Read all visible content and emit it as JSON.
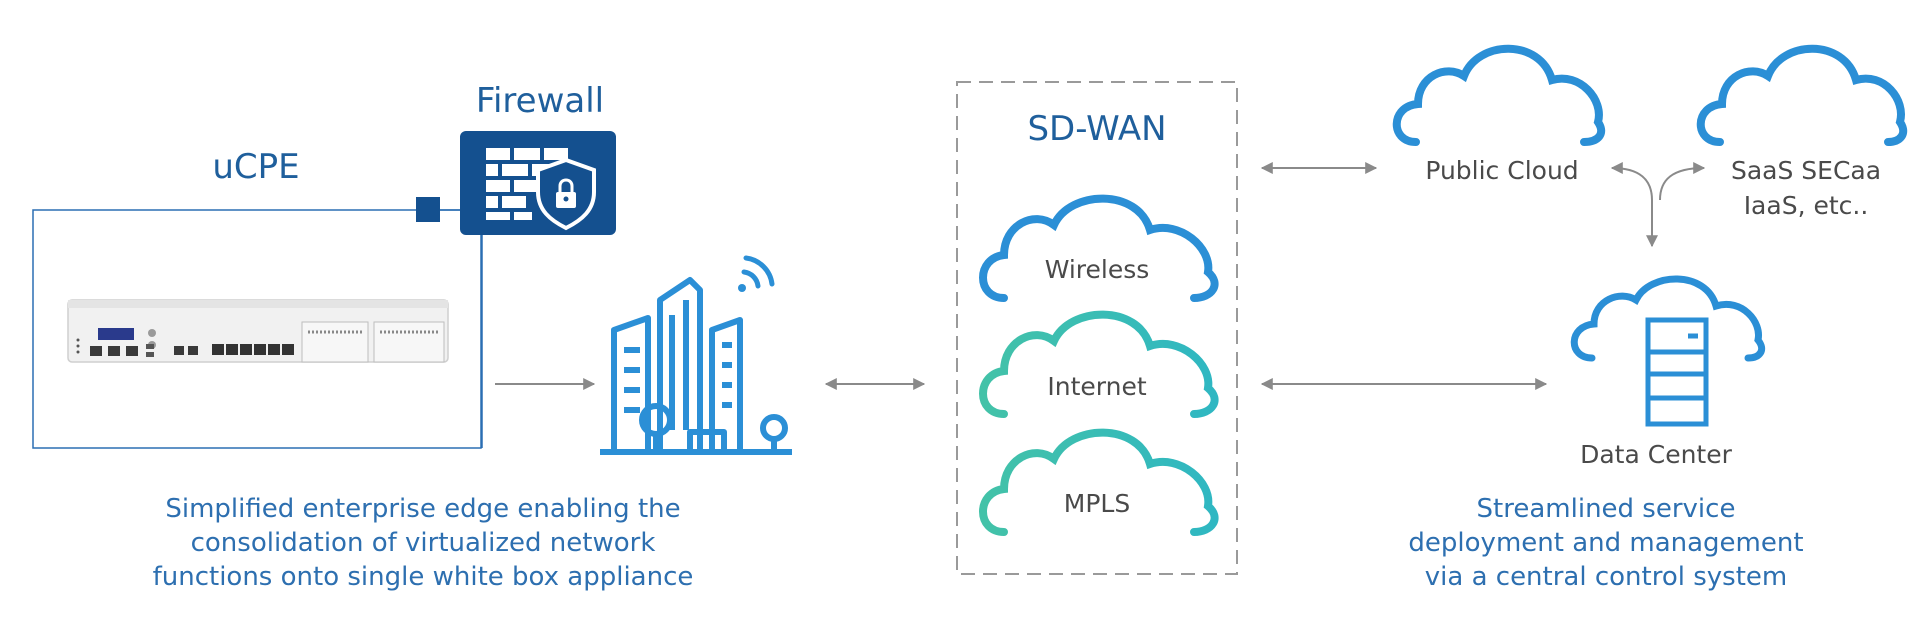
{
  "ucpe": {
    "title": "uCPE"
  },
  "firewall": {
    "title": "Firewall"
  },
  "sdwan": {
    "title": "SD-WAN",
    "links": [
      "Wireless",
      "Internet",
      "MPLS"
    ]
  },
  "destinations": {
    "public_cloud": "Public Cloud",
    "saas_line1": "SaaS SECaa",
    "saas_line2": "IaaS, etc..",
    "data_center": "Data Center"
  },
  "captions": {
    "left": [
      "Simplified enterprise edge enabling the",
      "consolidation of virtualized network",
      "functions onto single white box appliance"
    ],
    "right": [
      "Streamlined service",
      "deployment and management",
      "via a central control system"
    ]
  },
  "colors": {
    "brand_blue": "#1f5f9c",
    "icon_blue": "#2b8fd6",
    "teal": "#3cbfb0",
    "arrow_gray": "#8a8a8a"
  }
}
